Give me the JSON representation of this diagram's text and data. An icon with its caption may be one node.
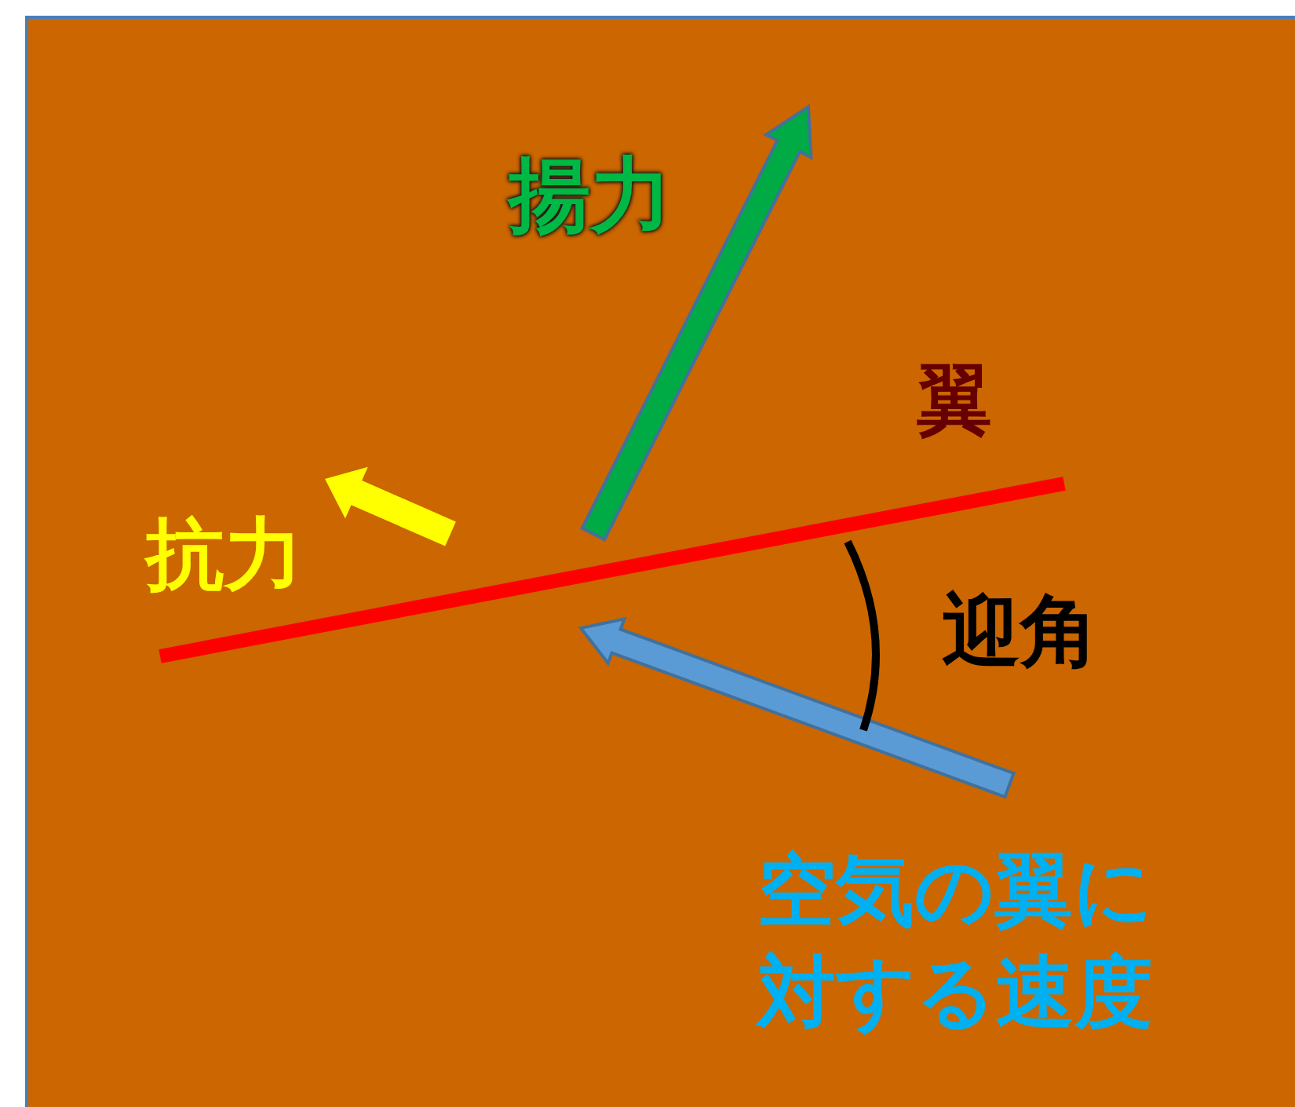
{
  "diagram": {
    "labels": [
      "揚力",
      "翼",
      "抗力",
      "迎角",
      "空気の翼に対する速度"
    ]
  }
}
